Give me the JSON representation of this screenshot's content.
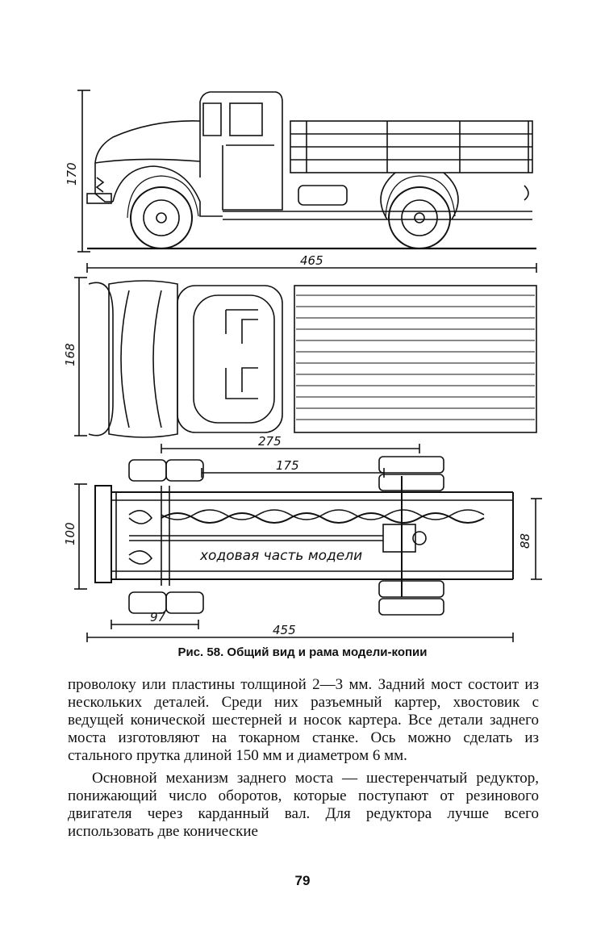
{
  "figure": {
    "dimensions": {
      "side_height": "170",
      "side_length": "465",
      "top_width": "168",
      "wheelbase": "275",
      "chassis_inner": "175",
      "chassis_width": "100",
      "chassis_rear_width": "88",
      "front_overhang": "97",
      "chassis_length": "455"
    },
    "chassis_label": "ходовая часть модели"
  },
  "caption": {
    "number": "Рис. 58.",
    "text": "Общий вид и рама модели-копии"
  },
  "paragraphs": [
    "проволоку или пластины толщиной 2—3 мм. Задний мост состоит из нескольких деталей. Среди них разъемный картер, хвостовик с ведущей конической шестерней и носок картера. Все детали заднего моста изготовляют на токарном станке. Ось можно сделать из стального прутка длиной 150 мм и диаметром 6 мм.",
    "Основной механизм заднего моста — шестеренчатый редуктор, понижающий число оборотов, которые поступают от резинового двигателя через карданный вал. Для редуктора лучше всего использовать две конические"
  ],
  "page_number": "79"
}
